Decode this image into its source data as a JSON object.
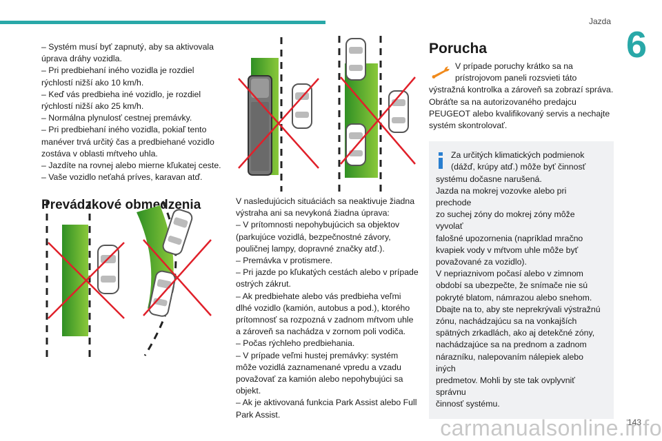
{
  "header": {
    "section": "Jazda",
    "chapter": "6",
    "page_number": "143"
  },
  "watermark": "carmanualsonline.info",
  "col1": {
    "lines": [
      "– Systém musí byť zapnutý, aby sa aktivovala",
      "úprava dráhy vozidla.",
      "– Pri predbiehaní iného vozidla je rozdiel",
      "rýchlostí nižší ako 10 km/h.",
      "– Keď vás predbieha iné vozidlo, je rozdiel",
      "rýchlostí nižší ako 25 km/h.",
      "– Normálna plynulosť cestnej premávky.",
      "– Pri predbiehaní iného vozidla, pokiaľ tento",
      "manéver trvá určitý čas a predbiehané vozidlo",
      "zostáva v oblasti mŕtveho uhla.",
      "– Jazdíte na rovnej alebo mierne kľukatej ceste.",
      "– Vaše vozidlo neťahá príves, karavan atď."
    ],
    "heading": "Prevádzkové obmedzenia"
  },
  "col2": {
    "lines": [
      "V nasledujúcich situáciách sa neaktivuje žiadna",
      "výstraha ani sa nevykoná žiadna úprava:",
      "– V prítomnosti nepohybujúcich sa objektov",
      "(parkujúce vozidlá, bezpečnostné závory,",
      "pouličnej lampy, dopravné značky atď.).",
      "– Premávka v protismere.",
      "– Pri jazde po kľukatých cestách alebo v prípade",
      "ostrých zákrut.",
      "– Ak predbiehate alebo vás predbieha veľmi",
      "dlhé vozidlo (kamión, autobus a pod.), ktorého",
      "prítomnosť sa rozpozná v zadnom mŕtvom uhle",
      "a zároveň sa nachádza v zornom poli vodiča.",
      "– Počas rýchleho predbiehania.",
      "– V prípade veľmi hustej premávky: systém",
      "môže vozidlá zaznamenané vpredu a vzadu",
      "považovať za kamión alebo nepohybujúci sa",
      "objekt.",
      "– Ak je aktivovaná funkcia Park Assist alebo Full",
      "Park Assist."
    ]
  },
  "col3": {
    "heading": "Porucha",
    "fault_lines": [
      "V prípade poruchy krátko sa na",
      "prístrojovom paneli rozsvieti táto",
      "výstražná kontrolka a zároveň sa zobrazí správa.",
      "Obráťte sa na autorizovaného predajcu",
      "PEUGEOT alebo kvalifikovaný servis a nechajte",
      "systém skontrolovať."
    ],
    "info_lines": [
      "Za určitých klimatických podmienok",
      "(dážď, krúpy atď.) môže byť činnosť",
      "systému dočasne narušená.",
      "Jazda na mokrej vozovke alebo pri prechode",
      "zo suchej zóny do mokrej zóny môže vyvolať",
      "falošné upozornenia (napríklad mračno",
      "kvapiek vody v mŕtvom uhle môže byť",
      "považované za vozidlo).",
      "V nepriaznivom počasí alebo v zimnom",
      "období sa ubezpečte, že snímače nie sú",
      "pokryté blatom, námrazou alebo snehom.",
      "Dbajte na to, aby ste neprekrývali výstražnú",
      "zónu, nachádzajúcu sa na vonkajších",
      "spätných zrkadlách, ako aj detekčné zóny,",
      "nachádzajúce sa na prednom a zadnom",
      "nárazníku, nalepovaním nálepiek alebo iných",
      "predmetov. Mohli by ste tak ovplyvniť správnu",
      "činnosť systému."
    ]
  },
  "colors": {
    "accent": "#29a8a8",
    "green": "#4aa82e",
    "cross": "#e0202a",
    "wrench": "#f08a1c",
    "info_blue": "#2a7fd0"
  },
  "icons": {
    "fault": "wrench-icon",
    "info": "info-icon"
  }
}
